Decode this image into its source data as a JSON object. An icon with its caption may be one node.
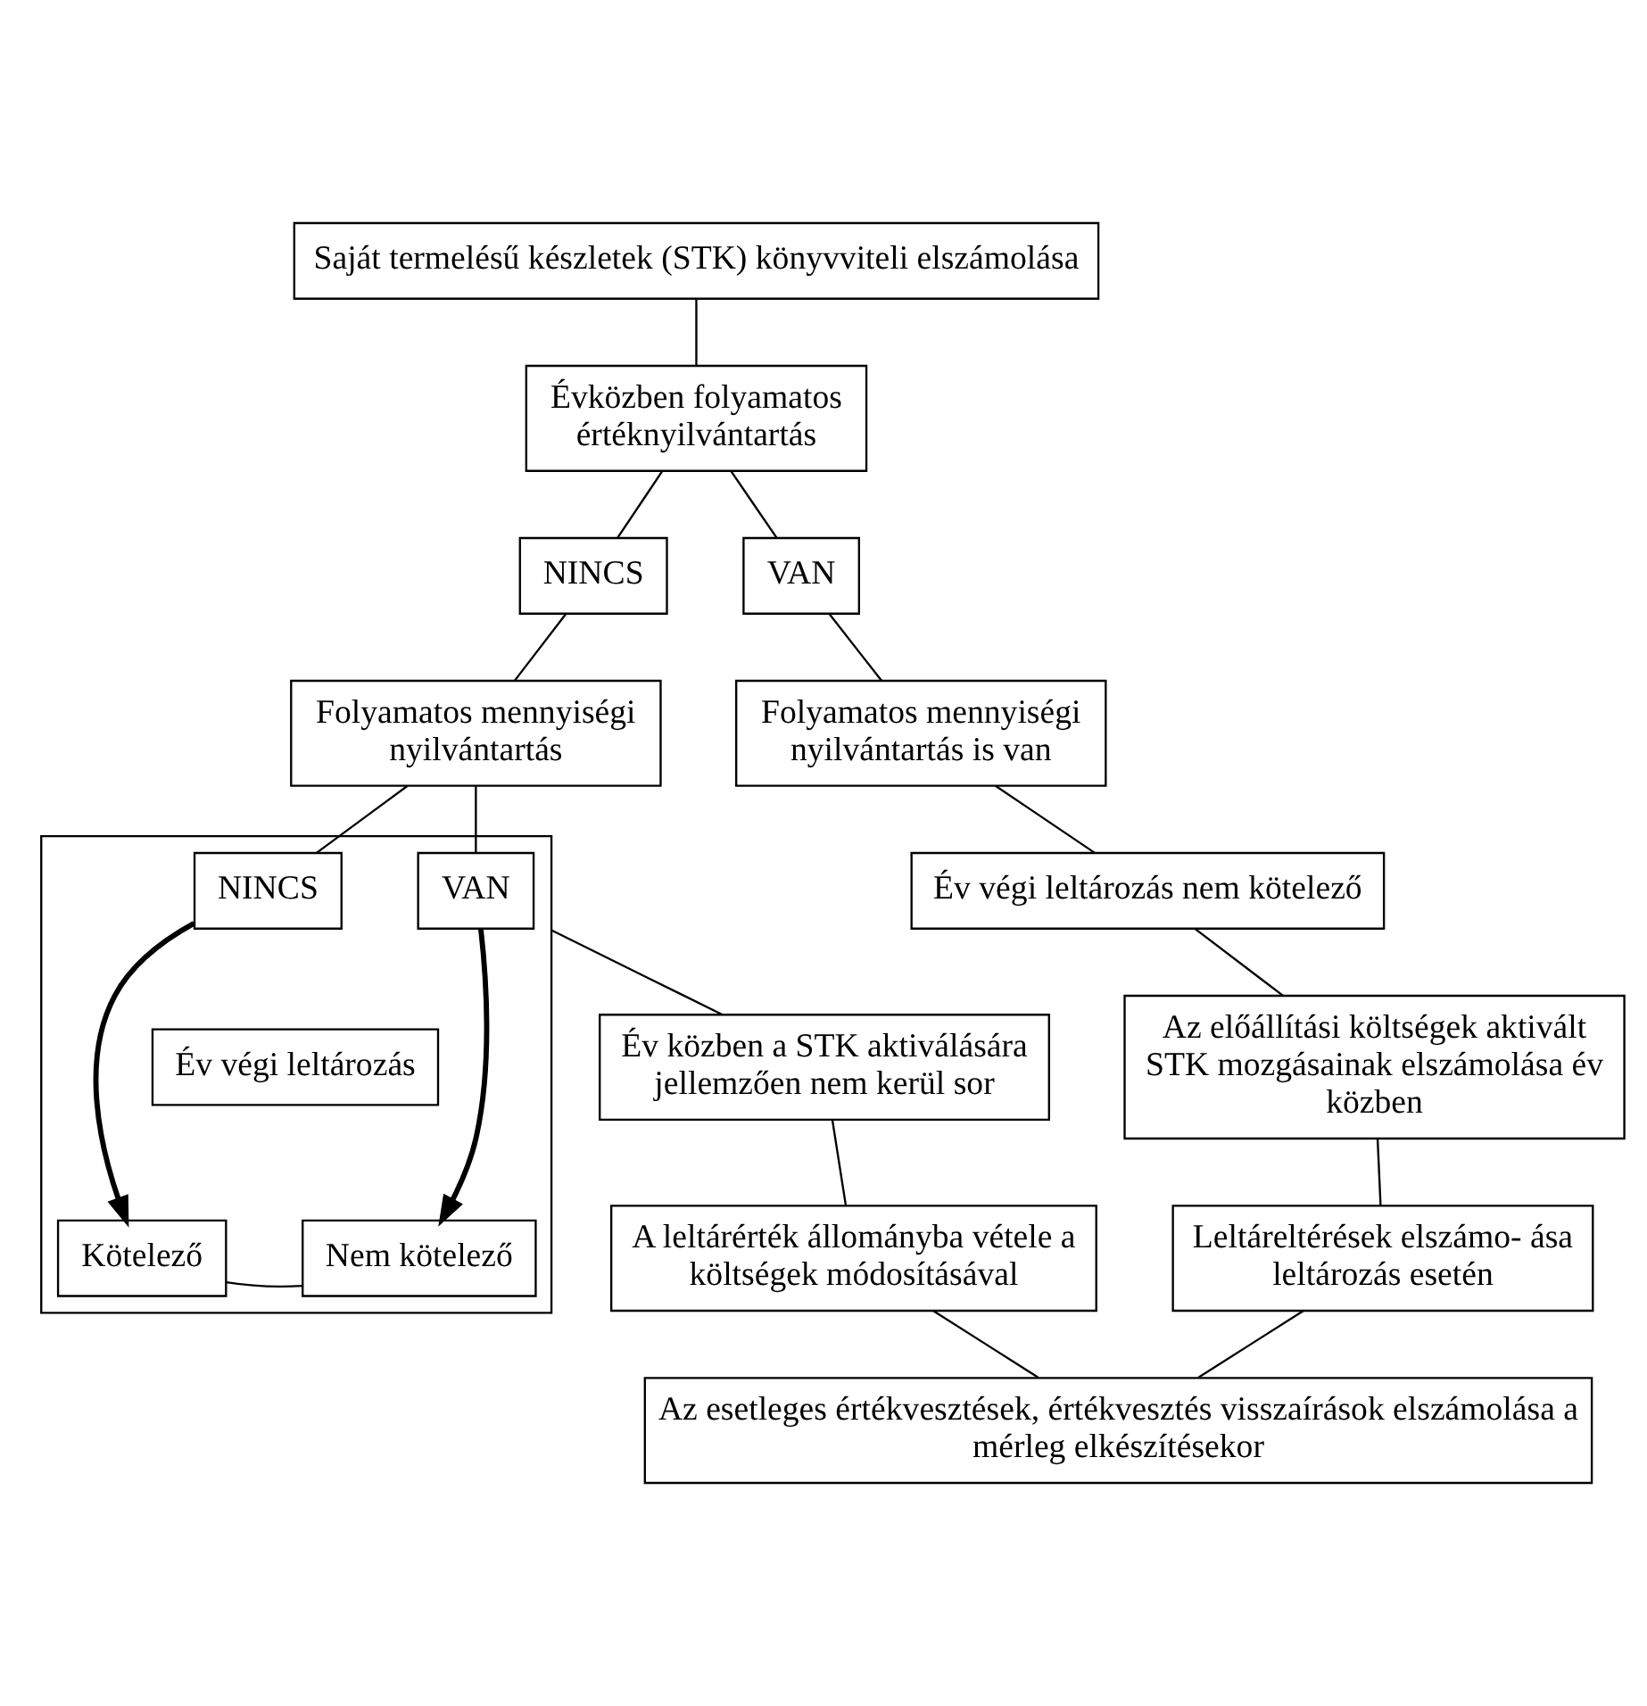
{
  "diagram": {
    "nodes": [
      {
        "text": [
          "Saját termelésű készletek (STK) könyvviteli elszámolása"
        ]
      },
      {
        "text": [
          "Évközben folyamatos értéknyilvántartás"
        ]
      },
      {
        "text": [
          "NINCS"
        ]
      },
      {
        "text": [
          "VAN"
        ]
      },
      {
        "text": [
          "Folyamatos mennyiségi nyilvántartás"
        ]
      },
      {
        "text": [],
        "shape": "box"
      },
      {
        "text": [
          "VAN"
        ],
        "in": 5
      },
      {
        "text": [
          "NINCS"
        ],
        "in": 5
      },
      {
        "text": [
          "Év végi leltározás"
        ],
        "in": 5
      },
      {
        "text": [
          "Nem kötelező"
        ],
        "in": 5
      },
      {
        "text": [
          "Kötelező"
        ],
        "in": 5
      },
      {
        "text": [
          "Folyamatos mennyiségi nyilvántartás is van"
        ]
      },
      {
        "text": [
          "Év végi leltározás nem kötelező"
        ]
      },
      {
        "text": [
          "Év közben a STK aktiválására jellemzően nem kerül sor"
        ]
      },
      {
        "text": [
          "Az előállítási költségek aktivált STK mozgásainak elszámolása év közben"
        ]
      },
      {
        "text": [
          "A leltárérték állományba vétele a költségek módosításával"
        ]
      },
      {
        "text": [
          "Leltáreltérések elszámo- ása leltározás esetén"
        ]
      },
      {
        "text": [
          "Az esetleges értékvesztések, értékvesztés visszaírások elszámolása a mérleg elkészítésekor"
        ]
      }
    ],
    "edges": [
      {
        "from": 0,
        "to": 1,
        "arrow": "none"
      },
      {
        "from": 1,
        "to": 2,
        "arrow": "none"
      },
      {
        "from": 1,
        "to": 3,
        "arrow": "none"
      },
      {
        "from": 2,
        "to": 4,
        "arrow": "none"
      },
      {
        "from": 3,
        "to": 11,
        "arrow": "none"
      },
      {
        "from": 4,
        "to": 6,
        "arrow": "none"
      },
      {
        "from": 4,
        "to": 7,
        "arrow": "none"
      },
      {
        "from": 6,
        "to": 9,
        "arrow": "to",
        "style": "thick"
      },
      {
        "from": 7,
        "to": 10,
        "arrow": "to",
        "style": "thick"
      },
      {
        "from": 9,
        "to": 10,
        "arrow": "none"
      },
      {
        "from": 5,
        "to": 13,
        "arrow": "none"
      },
      {
        "from": 11,
        "to": 12,
        "arrow": "none"
      },
      {
        "from": 12,
        "to": 14,
        "arrow": "none"
      },
      {
        "from": 13,
        "to": 15,
        "arrow": "none"
      },
      {
        "from": 14,
        "to": 16,
        "arrow": "none"
      },
      {
        "from": 15,
        "to": 17,
        "arrow": "none"
      },
      {
        "from": 16,
        "to": 17,
        "arrow": "none"
      }
    ]
  }
}
